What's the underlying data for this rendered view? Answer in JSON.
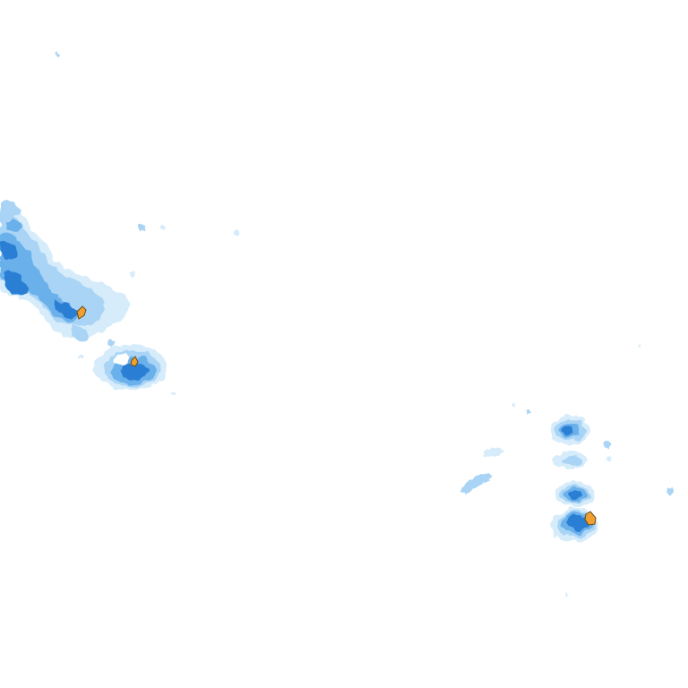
{
  "map": {
    "kind": "precipitation radar overlay",
    "background_color": "#ffffff",
    "intensity_colors": {
      "very_light": "#d6ecfb",
      "light": "#a9d4f5",
      "moderate": "#6bb0ea",
      "heavy": "#2a7fd4",
      "very_heavy": "#1a62bf",
      "extreme": "#f0a030",
      "extreme_outline": "#6a4a1a"
    },
    "cells": [
      {
        "id": "cell-nw-band",
        "peak_intensity": "heavy"
      },
      {
        "id": "cell-nw-core",
        "peak_intensity": "extreme"
      },
      {
        "id": "cell-west-core",
        "peak_intensity": "extreme"
      },
      {
        "id": "cell-se-1",
        "peak_intensity": "heavy"
      },
      {
        "id": "cell-se-2",
        "peak_intensity": "light"
      },
      {
        "id": "cell-se-3",
        "peak_intensity": "heavy"
      },
      {
        "id": "cell-se-4",
        "peak_intensity": "extreme"
      },
      {
        "id": "cell-se-scatter",
        "peak_intensity": "light"
      }
    ]
  }
}
